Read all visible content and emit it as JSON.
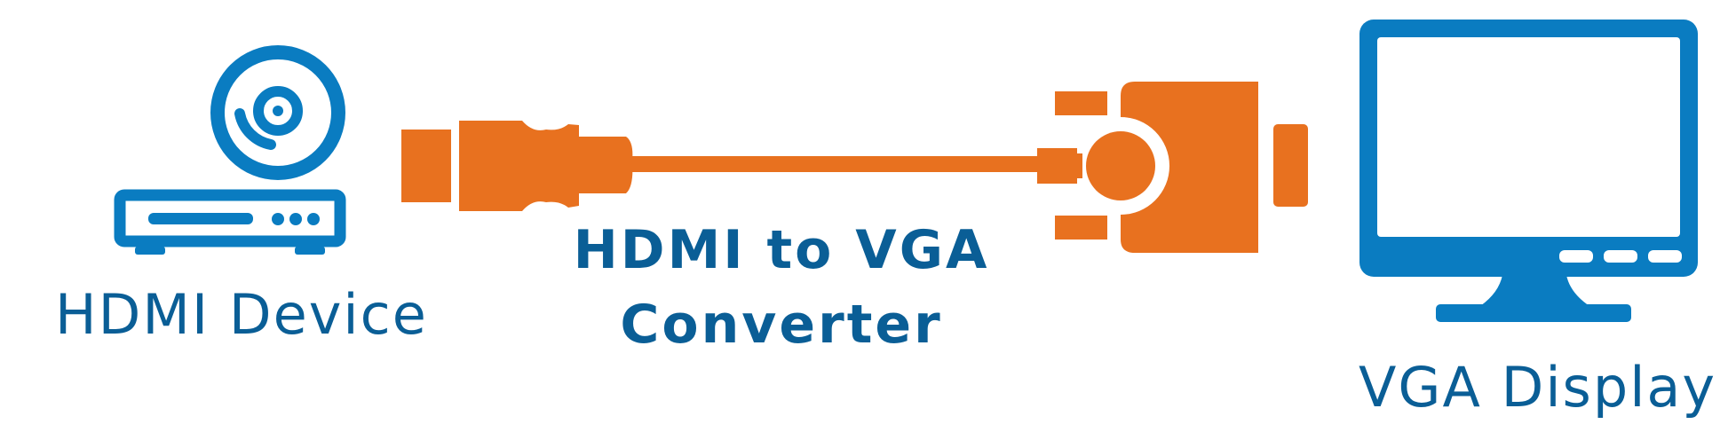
{
  "nodes": {
    "source": {
      "label": "HDMI Device"
    },
    "cable": {
      "label_line1": "HDMI to VGA",
      "label_line2": "Converter"
    },
    "target": {
      "label": "VGA Display"
    }
  },
  "colors": {
    "blue": "#0a7cc1",
    "blue_text": "#0a5e96",
    "orange": "#e8711f"
  },
  "icons": [
    "hdmi-device-icon",
    "hdmi-connector-icon",
    "vga-connector-icon",
    "monitor-icon"
  ]
}
